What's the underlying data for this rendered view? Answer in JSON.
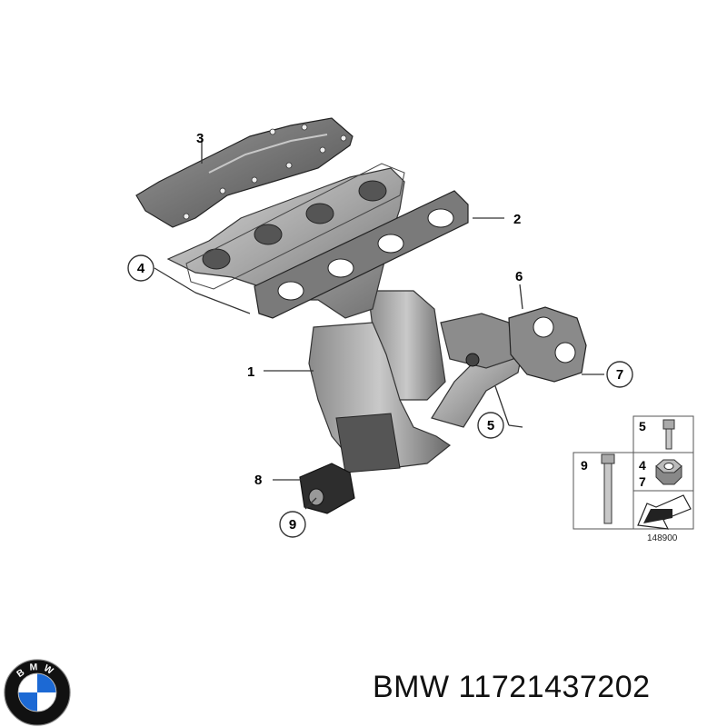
{
  "diagram": {
    "callouts": {
      "c1": "1",
      "c2": "2",
      "c3": "3",
      "c4": "4",
      "c5": "5",
      "c6": "6",
      "c7": "7",
      "c8": "8",
      "c9": "9"
    },
    "legend": {
      "l5": "5",
      "l9": "9",
      "l4": "4",
      "l7": "7"
    },
    "reference_number": "148900"
  },
  "brand": {
    "name": "BMW",
    "part_number": "11721437202",
    "logo_letters": "BMW",
    "colors": {
      "blue": "#1c69d4",
      "ring": "#111111",
      "white": "#ffffff"
    }
  }
}
